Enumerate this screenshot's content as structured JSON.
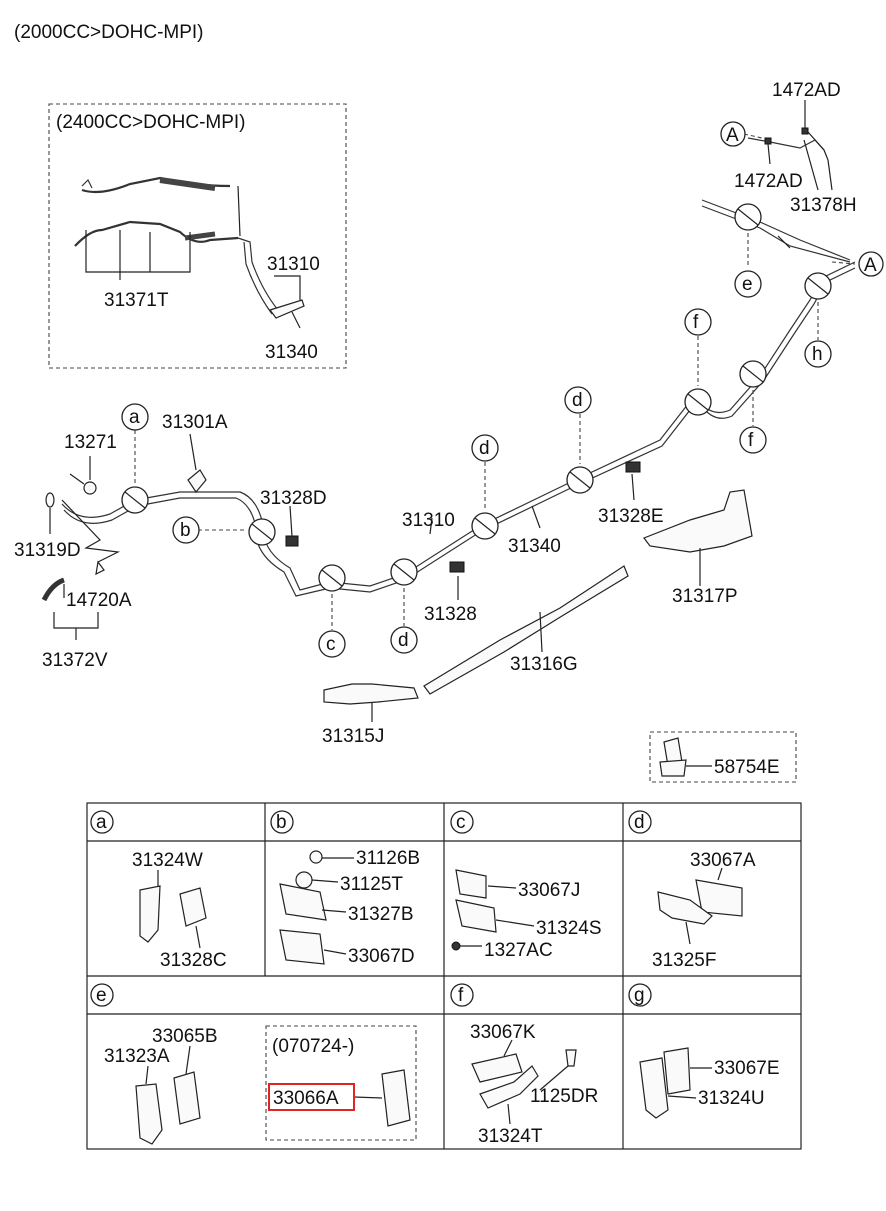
{
  "title": "(2000CC>DOHC-MPI)",
  "inset": {
    "title": "(2400CC>DOHC-MPI)",
    "labels": [
      "31371T",
      "31310",
      "31340"
    ]
  },
  "callouts_main": [
    "1472AD",
    "1472AD",
    "31378H",
    "13271",
    "31301A",
    "31328D",
    "31319D",
    "14720A",
    "31372V",
    "31310",
    "31340",
    "31328E",
    "31328",
    "31317P",
    "31316G",
    "31315J",
    "58754E"
  ],
  "circle_letters": {
    "A1": "A",
    "A2": "A",
    "a": "a",
    "b": "b",
    "c": "c",
    "d1": "d",
    "d2": "d",
    "d3": "d",
    "e": "e",
    "f1": "f",
    "f2": "f",
    "h": "h"
  },
  "table": {
    "headers": [
      "a",
      "b",
      "c",
      "d",
      "e",
      "f",
      "g"
    ],
    "cell_a": [
      "31324W",
      "31328C"
    ],
    "cell_b": [
      "31126B",
      "31125T",
      "31327B",
      "33067D"
    ],
    "cell_c": [
      "33067J",
      "31324S",
      "1327AC"
    ],
    "cell_d": [
      "33067A",
      "31325F"
    ],
    "cell_e": [
      "33065B",
      "31323A"
    ],
    "cell_e_box_title": "(070724-)",
    "cell_e_box_part": "33066A",
    "cell_f": [
      "33067K",
      "1125DR",
      "31324T"
    ],
    "cell_g": [
      "33067E",
      "31324U"
    ]
  },
  "colors": {
    "highlight": "#e0261d",
    "line": "#222222"
  },
  "highlighted_part": "33066A"
}
